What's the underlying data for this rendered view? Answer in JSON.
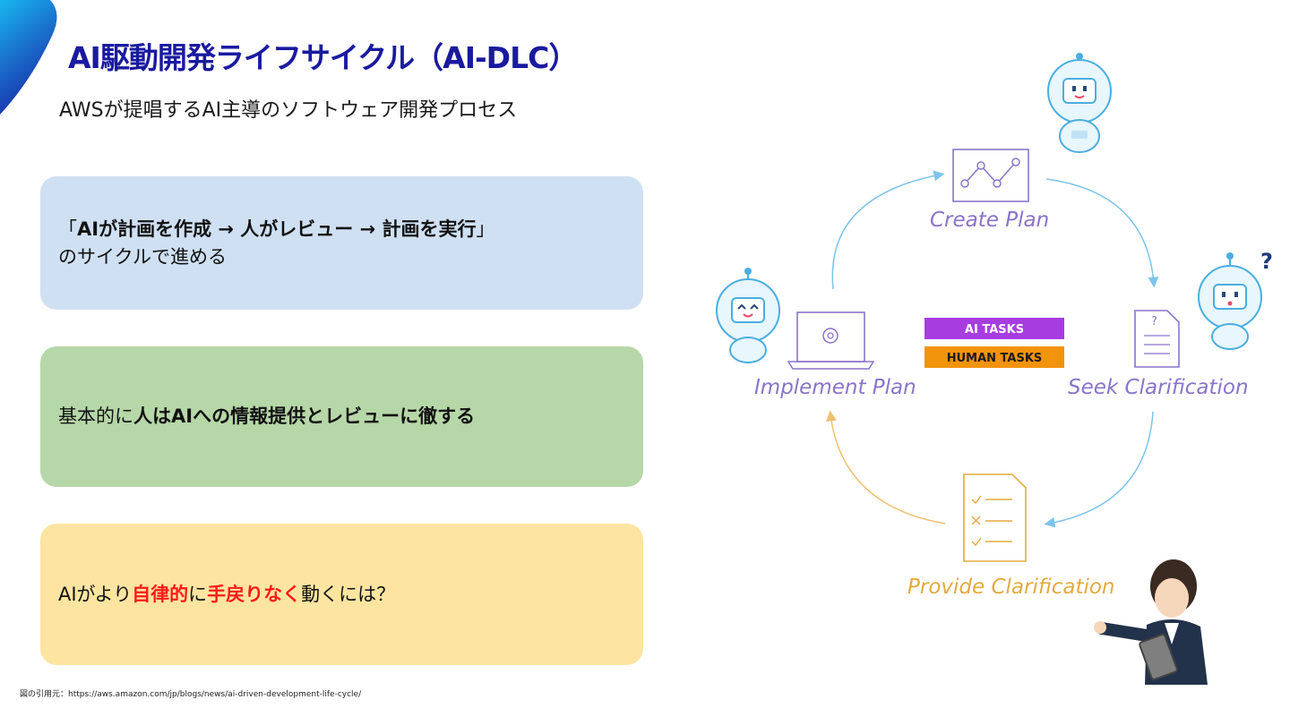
{
  "header": {
    "title": "AI駆動開発ライフサイクル（AI-DLC）",
    "subtitle": "AWSが提唱するAI主導のソフトウェア開発プロセス"
  },
  "cards": {
    "card1": {
      "bracket_open": "「",
      "bold_text": "AIが計画を作成 → 人がレビュー → 計画を実行",
      "bracket_close": "」",
      "line2": "のサイクルで進める"
    },
    "card2": {
      "prefix": "基本的に",
      "bold_text": "人はAIへの情報提供とレビューに徹する"
    },
    "card3": {
      "prefix": "AIがより",
      "red1": "自律的",
      "mid": "に",
      "red2": "手戻りなく",
      "suffix": "動くには？"
    }
  },
  "diagram": {
    "steps": [
      "Create Plan",
      "Seek Clarification",
      "Provide Clarification",
      "Implement Plan"
    ],
    "legend": [
      {
        "label": "AI TASKS",
        "color": "#a73de0"
      },
      {
        "label": "HUMAN TASKS",
        "color": "#f2930c"
      }
    ],
    "question_mark": "?",
    "doc_question_mark": "?",
    "colors": {
      "ai": "#8a74c9",
      "human": "#e3ab3e",
      "arrow_blue": "#7cc4ea",
      "arrow_orange": "#f0c070"
    }
  },
  "footer": {
    "source": "図の引用元：https://aws.amazon.com/jp/blogs/news/ai-driven-development-life-cycle/"
  }
}
